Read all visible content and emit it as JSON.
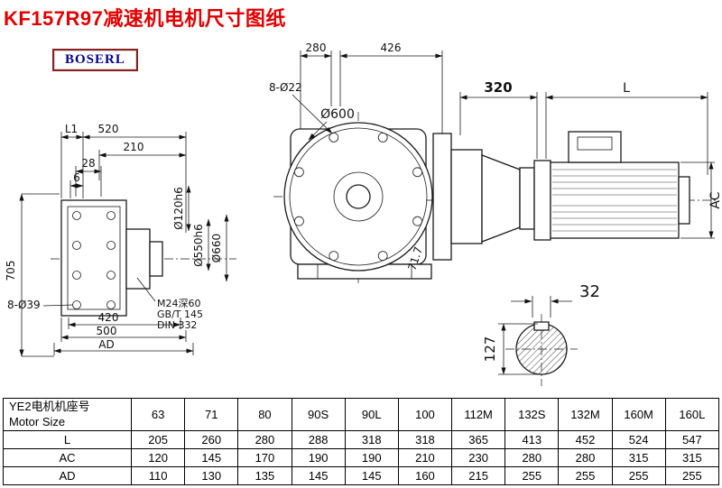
{
  "page": {
    "title": "KF157R97减速机电机尺寸图纸",
    "logo": "BOSERL"
  },
  "drawing": {
    "front_view": {
      "dim_L1": "L1",
      "dim_520": "520",
      "dim_210": "210",
      "dim_28": "28",
      "dim_6": "6",
      "dim_705": "705",
      "dim_d120": "Ø120h6",
      "dim_d550": "Ø550h6",
      "dim_d660": "Ø660",
      "dim_8d39": "8-Ø39",
      "dim_420": "420",
      "dim_500": "500",
      "dim_AD": "AD",
      "note_m24": "M24深60",
      "note_gbt": "GB/T 145",
      "note_din": "DIN 332"
    },
    "flange_view": {
      "dim_280": "280",
      "dim_426": "426",
      "dim_8d22": "8-Ø22",
      "dim_d600": "Ø600",
      "dim_angle": "71.7"
    },
    "side_view": {
      "dim_320": "320",
      "dim_L": "L",
      "dim_AC": "AC"
    },
    "shaft_view": {
      "dim_32": "32",
      "dim_127": "127"
    }
  },
  "table": {
    "header": {
      "line1": "YE2电机机座号",
      "line2": "Motor Size"
    },
    "columns": [
      "63",
      "71",
      "80",
      "90S",
      "90L",
      "100",
      "112M",
      "132S",
      "132M",
      "160M",
      "160L"
    ],
    "rows": [
      {
        "label": "L",
        "values": [
          "205",
          "260",
          "280",
          "288",
          "318",
          "318",
          "365",
          "413",
          "452",
          "524",
          "547"
        ]
      },
      {
        "label": "AC",
        "values": [
          "120",
          "145",
          "170",
          "190",
          "190",
          "210",
          "230",
          "280",
          "280",
          "315",
          "315"
        ]
      },
      {
        "label": "AD",
        "values": [
          "110",
          "130",
          "135",
          "145",
          "145",
          "160",
          "215",
          "255",
          "255",
          "255",
          "255"
        ]
      }
    ]
  }
}
